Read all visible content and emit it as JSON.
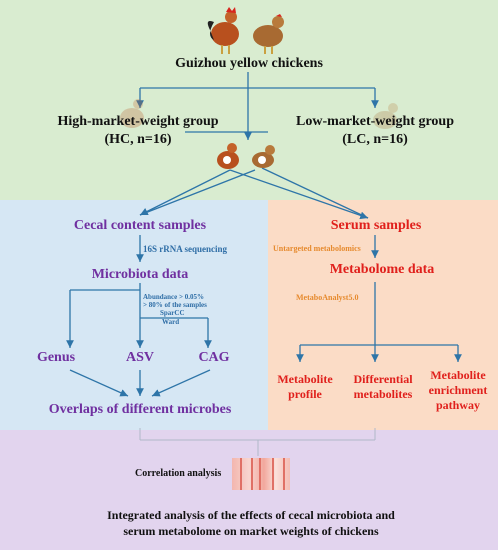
{
  "top": {
    "title": "Guizhou yellow chickens",
    "hc_line1": "High-market-weight group",
    "hc_line2": "(HC, n=16)",
    "lc_line1": "Low-market-weight group",
    "lc_line2": "(LC, n=16)"
  },
  "left": {
    "cecal": "Cecal content samples",
    "seq": "16S rRNA sequencing",
    "microbiota": "Microbiota data",
    "filter1": "Abundance > 0.05%",
    "filter2": "> 80% of the samples",
    "sparcc": "SparCC",
    "ward": "Ward",
    "genus": "Genus",
    "asv": "ASV",
    "cag": "CAG",
    "overlaps": "Overlaps  of different microbes"
  },
  "right": {
    "serum": "Serum samples",
    "untargeted": "Untargeted metabolomics",
    "metabolome": "Metabolome data",
    "metaboanalyst": "MetaboAnalyst5.0",
    "profile1": "Metabolite",
    "profile2": "profile",
    "diff1": "Differential",
    "diff2": "metabolites",
    "enrich1": "Metabolite",
    "enrich2": "enrichment",
    "enrich3": "pathway"
  },
  "bottom": {
    "correlation": "Correlation analysis",
    "integrated1": "Integrated analysis of the effects of cecal microbiota and",
    "integrated2": "serum metabolome on market weights of chickens"
  },
  "colors": {
    "top_panel": "#d9ecd0",
    "left_panel": "#d6e7f4",
    "right_panel": "#fbdcc6",
    "bottom_panel": "#e2d4ee",
    "purple_text": "#7030a0",
    "red_text": "#e0201c",
    "blue_text": "#2f6ea6",
    "arrow": "#2e75a8"
  }
}
